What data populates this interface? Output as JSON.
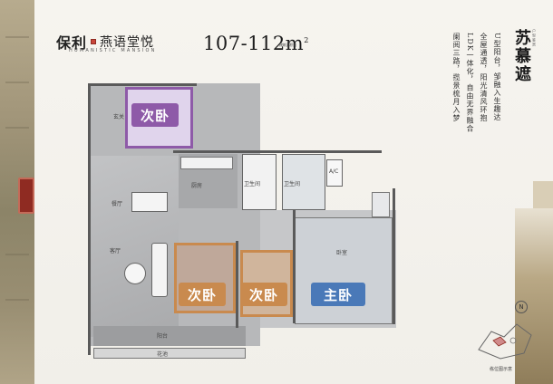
{
  "header": {
    "brand": "保利",
    "project": "燕语堂悦",
    "brand_en": "HUMANISTIC MANSION",
    "area_range": "107-112",
    "area_unit": "m",
    "area_sup": "2",
    "area_note": "建筑面积约"
  },
  "side": {
    "title": "苏慕遮",
    "title_sub": "户型鉴赏",
    "lines": [
      "U型阳台，邹融入生趣达",
      "全屋通透，阳光清风环抱",
      "LDK一体化，自由无界融合",
      "阑阅三路，揽景梳月入梦"
    ]
  },
  "rooms": {
    "foyer": "玄关",
    "kitchen": "厨房",
    "dining": "餐厅",
    "living": "客厅",
    "bath1": "卫生间",
    "bath2": "卫生间",
    "ac": "A/C",
    "balcony": "阳台",
    "garden": "花池",
    "master_inner": "卧室",
    "tags": {
      "bed_top": "次卧",
      "bed_mid1": "次卧",
      "bed_mid2": "次卧",
      "master": "主卧"
    }
  },
  "compass": {
    "label": "N"
  },
  "keymap": {
    "label": "栋位图示意"
  },
  "colors": {
    "purple_tag": "#8e5aa8",
    "orange_tag": "#c98a4e",
    "blue_tag": "#4a79b8"
  }
}
